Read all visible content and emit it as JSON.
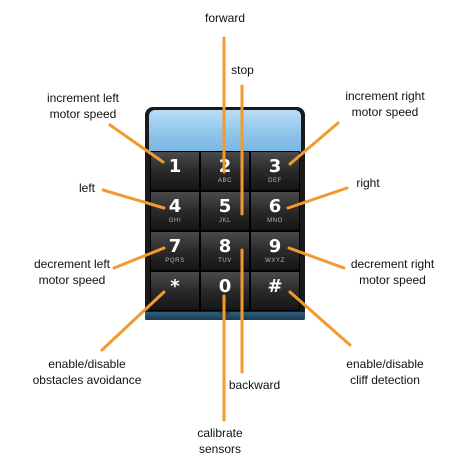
{
  "keypad": {
    "keys": [
      {
        "digit": "1",
        "letters": ""
      },
      {
        "digit": "2",
        "letters": "ABC"
      },
      {
        "digit": "3",
        "letters": "DEF"
      },
      {
        "digit": "4",
        "letters": "GHI"
      },
      {
        "digit": "5",
        "letters": "JKL"
      },
      {
        "digit": "6",
        "letters": "MNO"
      },
      {
        "digit": "7",
        "letters": "PQRS"
      },
      {
        "digit": "8",
        "letters": "TUV"
      },
      {
        "digit": "9",
        "letters": "WXYZ"
      },
      {
        "digit": "*",
        "letters": ""
      },
      {
        "digit": "0",
        "letters": "+"
      },
      {
        "digit": "#",
        "letters": ""
      }
    ]
  },
  "labels": {
    "forward": "forward",
    "stop": "stop",
    "inc_left_1": "increment left",
    "inc_left_2": "motor speed",
    "inc_right_1": "increment right",
    "inc_right_2": "motor speed",
    "left": "left",
    "right": "right",
    "dec_left_1": "decrement left",
    "dec_left_2": "motor speed",
    "dec_right_1": "decrement right",
    "dec_right_2": "motor speed",
    "obstacle_1": "enable/disable",
    "obstacle_2": "obstacles avoidance",
    "cliff_1": "enable/disable",
    "cliff_2": "cliff detection",
    "backward": "backward",
    "calibrate_1": "calibrate",
    "calibrate_2": "sensors"
  },
  "colors": {
    "leader_line": "#f39a2e",
    "screen": "#8ec3ea",
    "keypad_body": "#1a1a1a"
  }
}
